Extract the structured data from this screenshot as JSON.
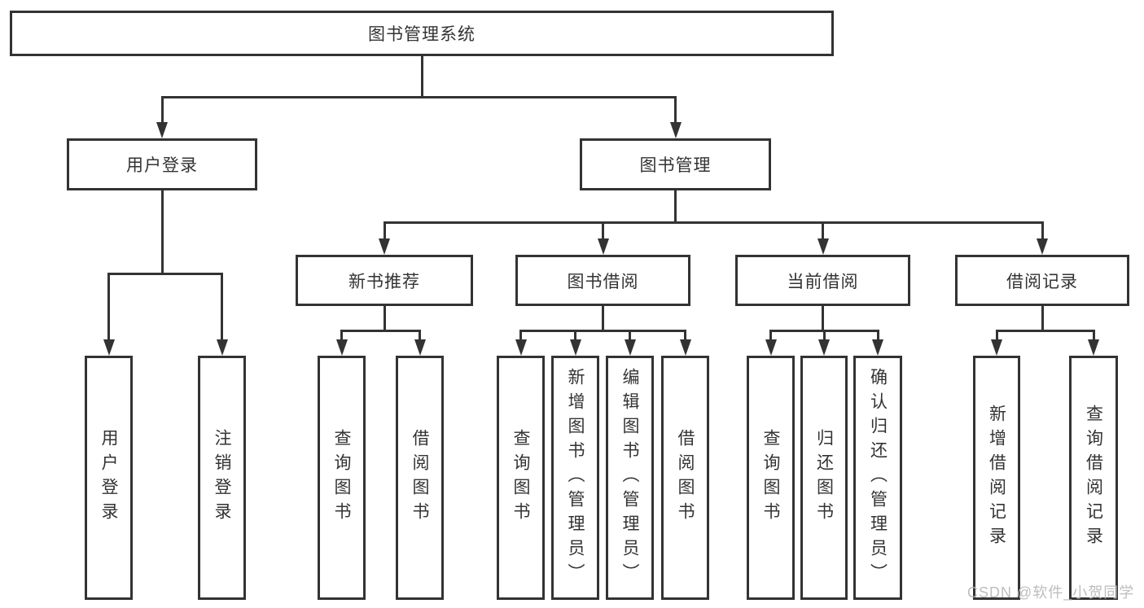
{
  "diagram": {
    "title": "图书管理系统",
    "line_color": "#333333",
    "box_background": "#ffffff",
    "nodes": [
      {
        "id": "system-root",
        "label": "图书管理系统",
        "parent": null
      },
      {
        "id": "user-login",
        "label": "用户登录",
        "parent": "system-root"
      },
      {
        "id": "book-management",
        "label": "图书管理",
        "parent": "system-root"
      },
      {
        "id": "login-user-login",
        "label": "用户登录",
        "parent": "user-login"
      },
      {
        "id": "login-logout",
        "label": "注销登录",
        "parent": "user-login"
      },
      {
        "id": "new-book-recommend",
        "label": "新书推荐",
        "parent": "book-management"
      },
      {
        "id": "book-borrow",
        "label": "图书借阅",
        "parent": "book-management"
      },
      {
        "id": "current-borrow",
        "label": "当前借阅",
        "parent": "book-management"
      },
      {
        "id": "borrow-records",
        "label": "借阅记录",
        "parent": "book-management"
      },
      {
        "id": "recommend-query-book",
        "label": "查询图书",
        "parent": "new-book-recommend"
      },
      {
        "id": "recommend-borrow-book",
        "label": "借阅图书",
        "parent": "new-book-recommend"
      },
      {
        "id": "borrow-query-book",
        "label": "查询图书",
        "parent": "book-borrow"
      },
      {
        "id": "borrow-add-book",
        "label": "新增图书（管理员）",
        "parent": "book-borrow"
      },
      {
        "id": "borrow-edit-book",
        "label": "编辑图书（管理员）",
        "parent": "book-borrow"
      },
      {
        "id": "borrow-borrow-book",
        "label": "借阅图书",
        "parent": "book-borrow"
      },
      {
        "id": "current-query-book",
        "label": "查询图书",
        "parent": "current-borrow"
      },
      {
        "id": "current-return-book",
        "label": "归还图书",
        "parent": "current-borrow"
      },
      {
        "id": "current-confirm-return",
        "label": "确认归还（管理员）",
        "parent": "current-borrow"
      },
      {
        "id": "records-add-record",
        "label": "新增借阅记录",
        "parent": "borrow-records"
      },
      {
        "id": "records-query-record",
        "label": "查询借阅记录",
        "parent": "borrow-records"
      }
    ]
  },
  "watermark": {
    "text": "CSDN @软件_小贺同学"
  }
}
